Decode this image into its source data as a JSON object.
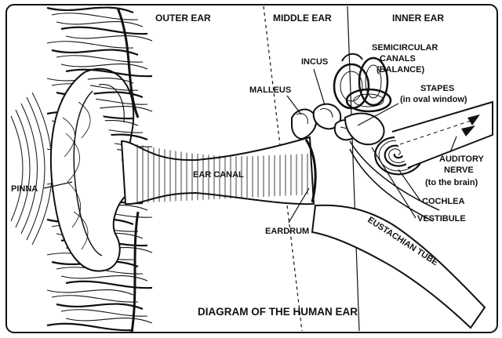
{
  "diagram": {
    "title": "DIAGRAM OF THE HUMAN EAR",
    "sections": {
      "outer": "OUTER EAR",
      "middle": "MIDDLE EAR",
      "inner": "INNER EAR"
    },
    "labels": {
      "pinna": "PINNA",
      "ear_canal": "EAR CANAL",
      "eardrum": "EARDRUM",
      "malleus": "MALLEUS",
      "incus": "INCUS",
      "semicircular_line1": "SEMICIRCULAR",
      "semicircular_line2": "CANALS",
      "semicircular_line3": "(BALANCE)",
      "stapes_line1": "STAPES",
      "stapes_line2": "(in oval window)",
      "auditory_line1": "AUDITORY",
      "auditory_line2": "NERVE",
      "auditory_line3": "(to the brain)",
      "cochlea": "COCHLEA",
      "vestibule": "VESTIBULE",
      "eustachian_tube": "EUSTACHIAN TUBE"
    },
    "colors": {
      "ink": "#111111",
      "paper": "#ffffff"
    }
  }
}
